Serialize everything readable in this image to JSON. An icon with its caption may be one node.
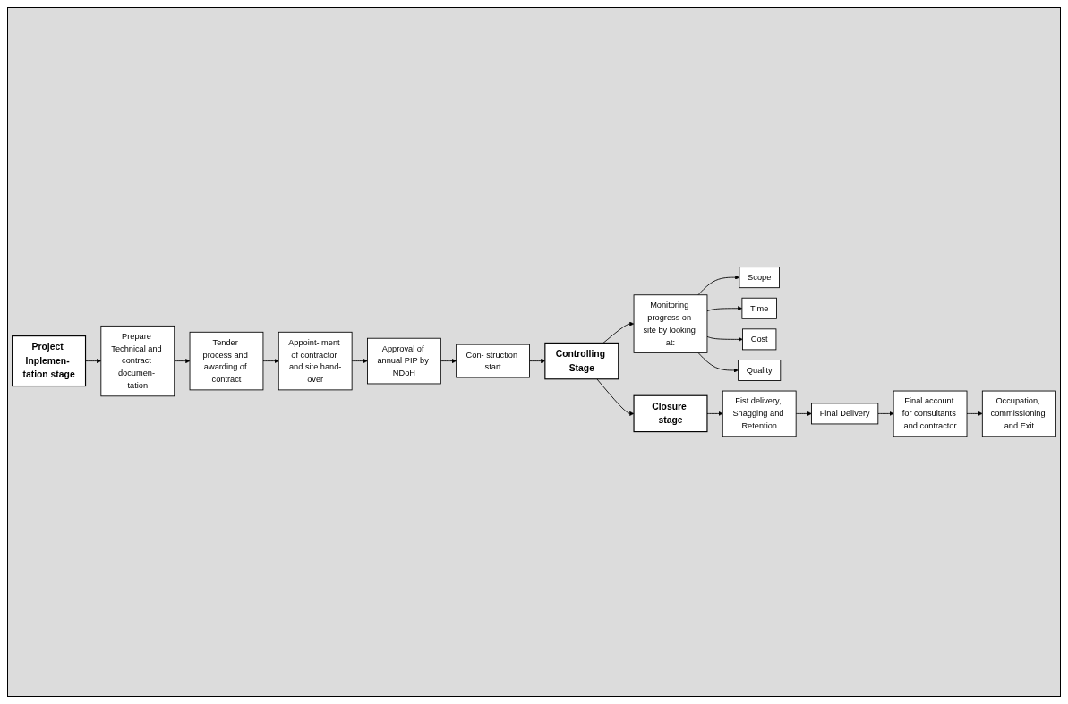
{
  "diagram": {
    "nodes": [
      {
        "text": [
          "Project Inplemen- tation stage"
        ]
      },
      {
        "text": [
          "Prepare Technical and contract documen- tation"
        ]
      },
      {
        "text": [
          "Tender process and awarding of contract"
        ]
      },
      {
        "text": [
          "Appoint- ment of contractor and site hand-over"
        ]
      },
      {
        "text": [
          "Approval of annual PIP by NDoH"
        ]
      },
      {
        "text": [
          "Con- struction start"
        ]
      },
      {
        "text": [
          "Controlling Stage"
        ]
      },
      {
        "text": [
          "Monitoring progress on site by looking at:"
        ]
      },
      {
        "text": [
          "Scope"
        ]
      },
      {
        "text": [
          "Time"
        ]
      },
      {
        "text": [
          "Cost"
        ]
      },
      {
        "text": [
          "Quality"
        ]
      },
      {
        "text": [
          "Closure stage"
        ]
      },
      {
        "text": [
          "Fist delivery, Snagging and Retention"
        ]
      },
      {
        "text": [
          "Final Delivery"
        ]
      },
      {
        "text": [
          "Final account for consultants and contractor"
        ]
      },
      {
        "text": [
          "Occupation, commissioning and Exit"
        ]
      }
    ],
    "edges": [
      {
        "from": 0,
        "to": 1,
        "arrow": "to"
      },
      {
        "from": 1,
        "to": 2,
        "arrow": "to"
      },
      {
        "from": 2,
        "to": 3,
        "arrow": "to"
      },
      {
        "from": 3,
        "to": 4,
        "arrow": "to"
      },
      {
        "from": 4,
        "to": 5,
        "arrow": "to"
      },
      {
        "from": 5,
        "to": 6,
        "arrow": "to"
      },
      {
        "from": 6,
        "to": 7,
        "arrow": "to"
      },
      {
        "from": 7,
        "to": 8,
        "arrow": "to"
      },
      {
        "from": 7,
        "to": 9,
        "arrow": "to"
      },
      {
        "from": 7,
        "to": 10,
        "arrow": "to"
      },
      {
        "from": 7,
        "to": 11,
        "arrow": "to"
      },
      {
        "from": 6,
        "to": 12,
        "arrow": "to"
      },
      {
        "from": 12,
        "to": 13,
        "arrow": "to"
      },
      {
        "from": 13,
        "to": 14,
        "arrow": "to"
      },
      {
        "from": 14,
        "to": 15,
        "arrow": "to"
      },
      {
        "from": 15,
        "to": 16,
        "arrow": "to"
      }
    ]
  }
}
